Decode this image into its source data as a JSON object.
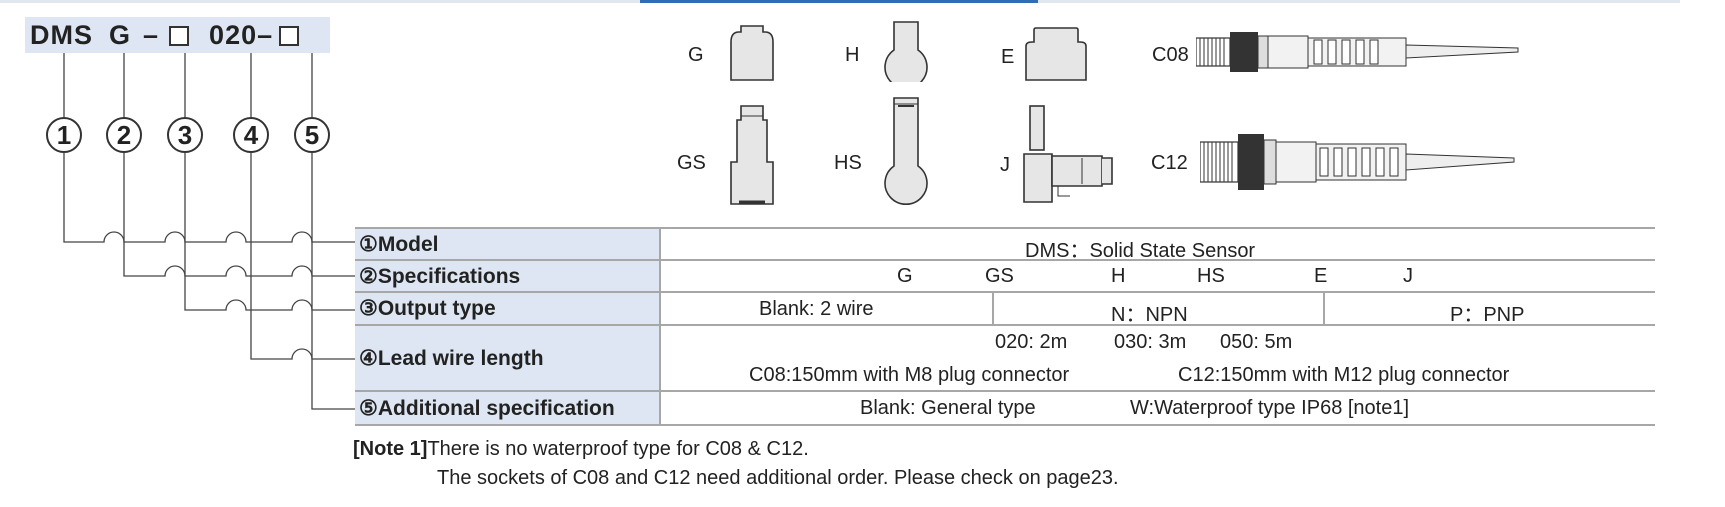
{
  "model_code": {
    "prefix": "DMS",
    "spec": "G",
    "dash1": "–",
    "length": "020",
    "dash2": "–"
  },
  "markers": [
    "1",
    "2",
    "3",
    "4",
    "5"
  ],
  "shapes": [
    {
      "label": "G",
      "icon": "sensor-g-icon"
    },
    {
      "label": "H",
      "icon": "sensor-h-icon"
    },
    {
      "label": "E",
      "icon": "sensor-e-icon"
    },
    {
      "label": "C08",
      "icon": "connector-m8-icon"
    },
    {
      "label": "GS",
      "icon": "sensor-gs-icon"
    },
    {
      "label": "HS",
      "icon": "sensor-hs-icon"
    },
    {
      "label": "J",
      "icon": "sensor-j-icon"
    },
    {
      "label": "C12",
      "icon": "connector-m12-icon"
    }
  ],
  "table": {
    "model": {
      "label": "①Model",
      "value": "DMS：Solid State Sensor"
    },
    "specifications": {
      "label": "②Specifications",
      "values": [
        "G",
        "GS",
        "H",
        "HS",
        "E",
        "J"
      ]
    },
    "output_type": {
      "label": "③Output type",
      "values": [
        "Blank: 2 wire",
        "N：NPN",
        "P：PNP"
      ]
    },
    "lead_wire_length": {
      "label": "④Lead wire length",
      "lengths": [
        "020: 2m",
        "030: 3m",
        "050: 5m"
      ],
      "connectors": [
        "C08:150mm with M8 plug connector",
        "C12:150mm with M12 plug connector"
      ]
    },
    "additional_spec": {
      "label": "⑤Additional specification",
      "values": [
        "Blank: General type",
        "W:Waterproof type IP68 [note1]"
      ]
    }
  },
  "notes": {
    "note1_tag": "[Note 1]",
    "note1_text": "There is no waterproof type for C08 & C12.",
    "note2_text": "The sockets of C08 and C12 need additional order. Please check on page23."
  },
  "colors": {
    "label_bg": "#dde6f2",
    "accent": "#2f6db6",
    "rule": "#a7a7a7"
  }
}
